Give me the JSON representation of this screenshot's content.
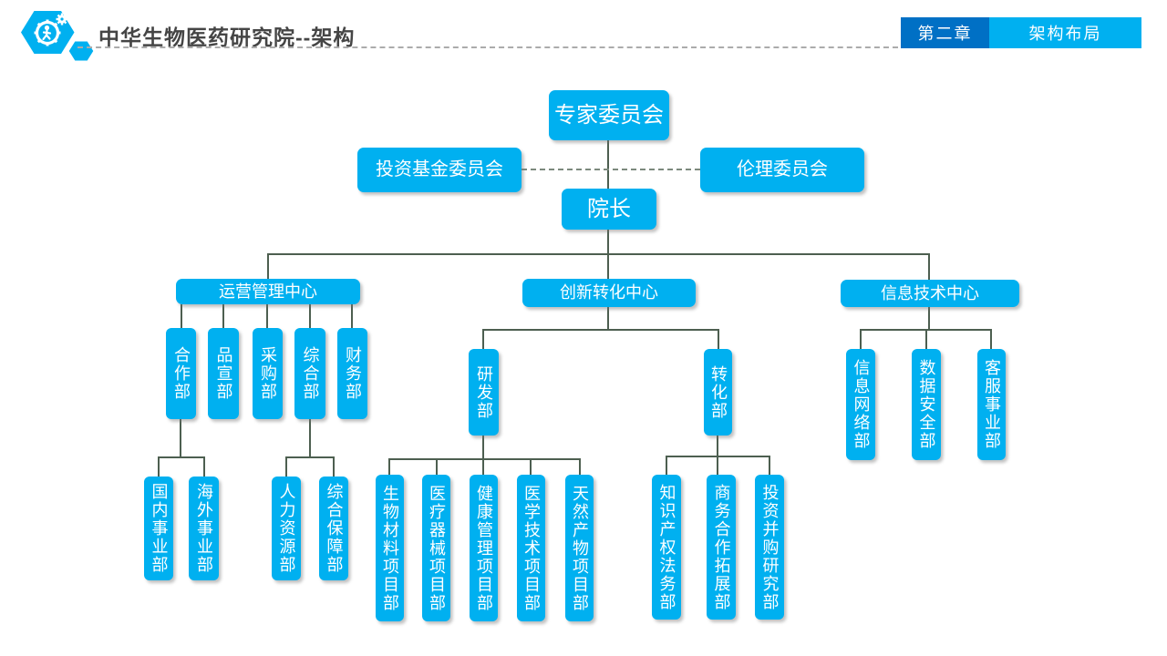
{
  "header": {
    "title": "中华生物医药研究院--架构",
    "chapter_badge": "第二章",
    "section_badge": "架构布局",
    "logo": "hexagon-gear-emblem"
  },
  "colors": {
    "node_fill": "#00b0f0",
    "badge_dark": "#0070c5",
    "badge_light": "#00b0f0",
    "connector": "#4d5f50",
    "title_text": "#454545"
  },
  "org": {
    "nodes": [
      {
        "id": "expert",
        "label": "专家委员会",
        "parent": null
      },
      {
        "id": "invest",
        "label": "投资基金委员会",
        "parent": "expert"
      },
      {
        "id": "ethics",
        "label": "伦理委员会",
        "parent": "expert"
      },
      {
        "id": "dean",
        "label": "院长",
        "parent": "expert"
      },
      {
        "id": "ops",
        "label": "运营管理中心",
        "parent": "dean"
      },
      {
        "id": "innov",
        "label": "创新转化中心",
        "parent": "dean"
      },
      {
        "id": "it",
        "label": "信息技术中心",
        "parent": "dean"
      },
      {
        "id": "coop",
        "label": "合作部",
        "parent": "ops"
      },
      {
        "id": "brand",
        "label": "品宣部",
        "parent": "ops"
      },
      {
        "id": "purchase",
        "label": "采购部",
        "parent": "ops"
      },
      {
        "id": "general",
        "label": "综合部",
        "parent": "ops"
      },
      {
        "id": "finance",
        "label": "财务部",
        "parent": "ops"
      },
      {
        "id": "rd",
        "label": "研发部",
        "parent": "innov"
      },
      {
        "id": "transform",
        "label": "转化部",
        "parent": "innov"
      },
      {
        "id": "infonet",
        "label": "信息网络部",
        "parent": "it"
      },
      {
        "id": "datasec",
        "label": "数据安全部",
        "parent": "it"
      },
      {
        "id": "custsvc",
        "label": "客服事业部",
        "parent": "it"
      },
      {
        "id": "domestic",
        "label": "国内事业部",
        "parent": "coop"
      },
      {
        "id": "overseas",
        "label": "海外事业部",
        "parent": "coop"
      },
      {
        "id": "hr",
        "label": "人力资源部",
        "parent": "general"
      },
      {
        "id": "support",
        "label": "综合保障部",
        "parent": "general"
      },
      {
        "id": "biomat",
        "label": "生物材料项目部",
        "parent": "rd"
      },
      {
        "id": "meddev",
        "label": "医疗器械项目部",
        "parent": "rd"
      },
      {
        "id": "health",
        "label": "健康管理项目部",
        "parent": "rd"
      },
      {
        "id": "medtech",
        "label": "医学技术项目部",
        "parent": "rd"
      },
      {
        "id": "natural",
        "label": "天然产物项目部",
        "parent": "rd"
      },
      {
        "id": "iplegal",
        "label": "知识产权法务部",
        "parent": "transform"
      },
      {
        "id": "bizdev",
        "label": "商务合作拓展部",
        "parent": "transform"
      },
      {
        "id": "invres",
        "label": "投资并购研究部",
        "parent": "transform"
      }
    ]
  }
}
